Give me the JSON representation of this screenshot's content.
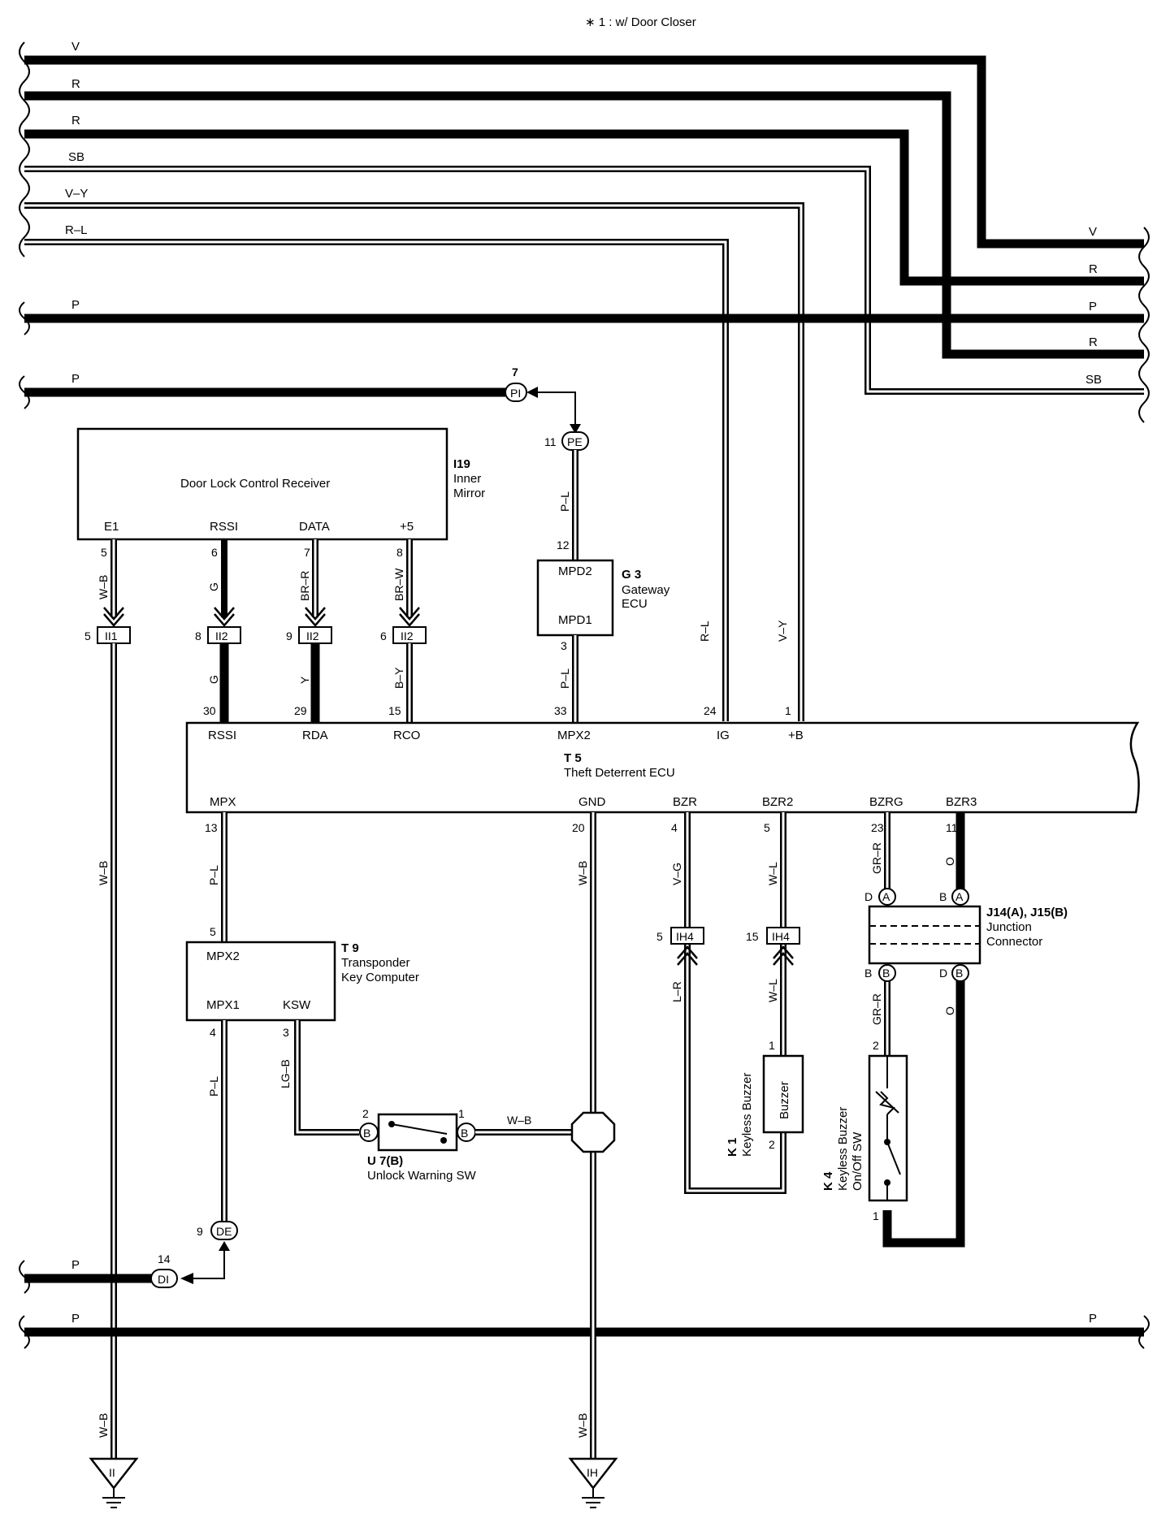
{
  "note": "∗ 1 : w/ Door Closer",
  "left_wires": [
    "V",
    "R",
    "R",
    "SB",
    "V–Y",
    "R–L",
    "P",
    "P"
  ],
  "right_wires": [
    "V",
    "R",
    "P",
    "R",
    "SB"
  ],
  "bottom_wires": {
    "left_p": "P",
    "full_left": "P",
    "full_right": "P"
  },
  "components": {
    "i19": {
      "id": "I19",
      "name_line1": "Inner",
      "name_line2": "Mirror",
      "title": "Door Lock Control Receiver",
      "pins": [
        "E1",
        "RSSI",
        "DATA",
        "+5"
      ],
      "pin_numbers": [
        "5",
        "6",
        "7",
        "8"
      ]
    },
    "g3": {
      "id": "G 3",
      "name_line1": "Gateway",
      "name_line2": "ECU",
      "pin_top": "MPD2",
      "pin_bottom": "MPD1",
      "num_top": "12",
      "num_bottom": "3"
    },
    "t5": {
      "id": "T 5",
      "name": "Theft Deterrent ECU",
      "top_pins": [
        "RSSI",
        "RDA",
        "RCO",
        "MPX2",
        "IG",
        "+B"
      ],
      "top_nums": [
        "30",
        "29",
        "15",
        "33",
        "24",
        "1"
      ],
      "bottom_pins": [
        "MPX",
        "GND",
        "BZR",
        "BZR2",
        "BZRG",
        "BZR3"
      ],
      "bottom_nums": [
        "13",
        "20",
        "4",
        "5",
        "23",
        "11"
      ]
    },
    "t9": {
      "id": "T 9",
      "name_line1": "Transponder",
      "name_line2": "Key Computer",
      "pin_top": "MPX2",
      "pin_b1": "MPX1",
      "pin_b2": "KSW",
      "num_top": "5",
      "num_b1": "4",
      "num_b2": "3"
    },
    "u7": {
      "id": "U 7(B)",
      "name": "Unlock Warning SW",
      "pin_left": "2",
      "pin_right": "1",
      "conn": "B"
    },
    "k1": {
      "id": "K 1",
      "name": "Keyless Buzzer",
      "inner": "Buzzer",
      "pin_top": "1",
      "pin_bottom": "2"
    },
    "k4": {
      "id": "K 4",
      "name_line1": "Keyless Buzzer",
      "name_line2": "On/Off SW",
      "pin_top": "2",
      "pin_bottom": "1"
    },
    "junction": {
      "id": "J14(A), J15(B)",
      "name_line1": "Junction",
      "name_line2": "Connector",
      "top_left": "D",
      "top_right": "B",
      "bottom_left": "B",
      "bottom_right": "D",
      "top_conn": "A",
      "bottom_conn": "B"
    }
  },
  "connectors": {
    "pi": {
      "label": "PI",
      "num": "7"
    },
    "pe": {
      "label": "PE",
      "num": "11"
    },
    "de": {
      "label": "DE",
      "num": "9"
    },
    "di": {
      "label": "DI",
      "num": "14"
    },
    "ii1": {
      "label": "II1",
      "num": "5"
    },
    "ii2a": {
      "label": "II2",
      "num": "8"
    },
    "ii2b": {
      "label": "II2",
      "num": "9"
    },
    "ii2c": {
      "label": "II2",
      "num": "6"
    },
    "ih4a": {
      "label": "IH4",
      "num": "5"
    },
    "ih4b": {
      "label": "IH4",
      "num": "15"
    }
  },
  "wire_colors": {
    "pe_g3": "P–L",
    "w_b_e1": "W–B",
    "g_rssi": "G",
    "br_r": "BR–R",
    "br_w": "BR–W",
    "g2": "G",
    "y": "Y",
    "b_y": "B–Y",
    "g3_t5": "P–L",
    "r_l": "R–L",
    "v_y": "V–Y",
    "w_b_long": "W–B",
    "mpx": "P–L",
    "gnd": "W–B",
    "bzr": "V–G",
    "bzr2": "W–L",
    "bzrg": "GR–R",
    "bzr3": "O",
    "t9_de": "P–L",
    "ksw": "LG–B",
    "sw_gnd": "W–B",
    "l_r": "L–R",
    "w_l2": "W–L",
    "gr_r2": "GR–R",
    "o2": "O",
    "gnd_ii": "W–B",
    "gnd_ih": "W–B"
  },
  "grounds": {
    "ii": "II",
    "ih": "IH"
  }
}
